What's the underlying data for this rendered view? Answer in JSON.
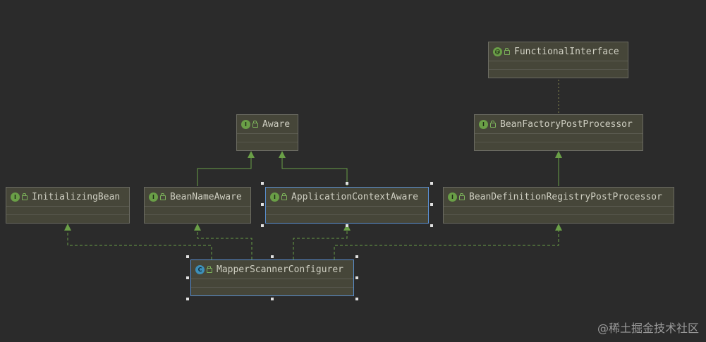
{
  "diagram": {
    "nodes": {
      "functional_interface": {
        "name": "FunctionalInterface",
        "kind": "annotation",
        "badge": "@"
      },
      "aware": {
        "name": "Aware",
        "kind": "interface",
        "badge": "I"
      },
      "bean_factory_post_processor": {
        "name": "BeanFactoryPostProcessor",
        "kind": "interface",
        "badge": "I"
      },
      "initializing_bean": {
        "name": "InitializingBean",
        "kind": "interface",
        "badge": "I"
      },
      "bean_name_aware": {
        "name": "BeanNameAware",
        "kind": "interface",
        "badge": "I"
      },
      "application_context_aware": {
        "name": "ApplicationContextAware",
        "kind": "interface",
        "badge": "I"
      },
      "bean_definition_registry_post_processor": {
        "name": "BeanDefinitionRegistryPostProcessor",
        "kind": "interface",
        "badge": "I"
      },
      "mapper_scanner_configurer": {
        "name": "MapperScannerConfigurer",
        "kind": "class",
        "badge": "C"
      }
    },
    "edges": [
      {
        "from": "bean_name_aware",
        "to": "aware",
        "type": "extends"
      },
      {
        "from": "application_context_aware",
        "to": "aware",
        "type": "extends"
      },
      {
        "from": "bean_definition_registry_post_processor",
        "to": "bean_factory_post_processor",
        "type": "extends"
      },
      {
        "from": "bean_factory_post_processor",
        "to": "functional_interface",
        "type": "annotated"
      },
      {
        "from": "mapper_scanner_configurer",
        "to": "initializing_bean",
        "type": "implements"
      },
      {
        "from": "mapper_scanner_configurer",
        "to": "bean_name_aware",
        "type": "implements"
      },
      {
        "from": "mapper_scanner_configurer",
        "to": "application_context_aware",
        "type": "implements"
      },
      {
        "from": "mapper_scanner_configurer",
        "to": "bean_definition_registry_post_processor",
        "type": "implements"
      }
    ],
    "colors": {
      "background": "#2b2b2b",
      "node_fill": "#464639",
      "node_border": "#6b6b62",
      "selected_border": "#5a8fd0",
      "edge": "#6a9f47",
      "annotation_edge": "#8a8a50"
    }
  },
  "watermark": "@稀土掘金技术社区"
}
